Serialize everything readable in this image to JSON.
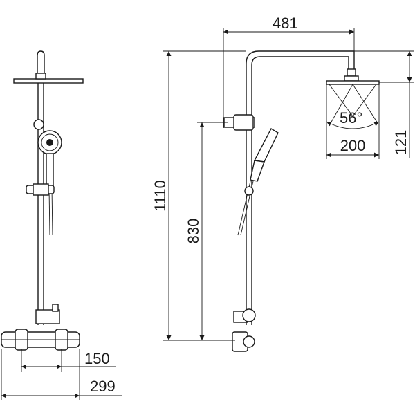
{
  "dimensions": {
    "overall_width": "481",
    "head_diameter": "200",
    "head_height": "121",
    "spray_angle": "56°",
    "total_height": "1110",
    "rail_height": "830",
    "inlet_spacing": "150",
    "mixer_width": "299"
  },
  "icons": {
    "arrow": "arrowhead-icon"
  }
}
